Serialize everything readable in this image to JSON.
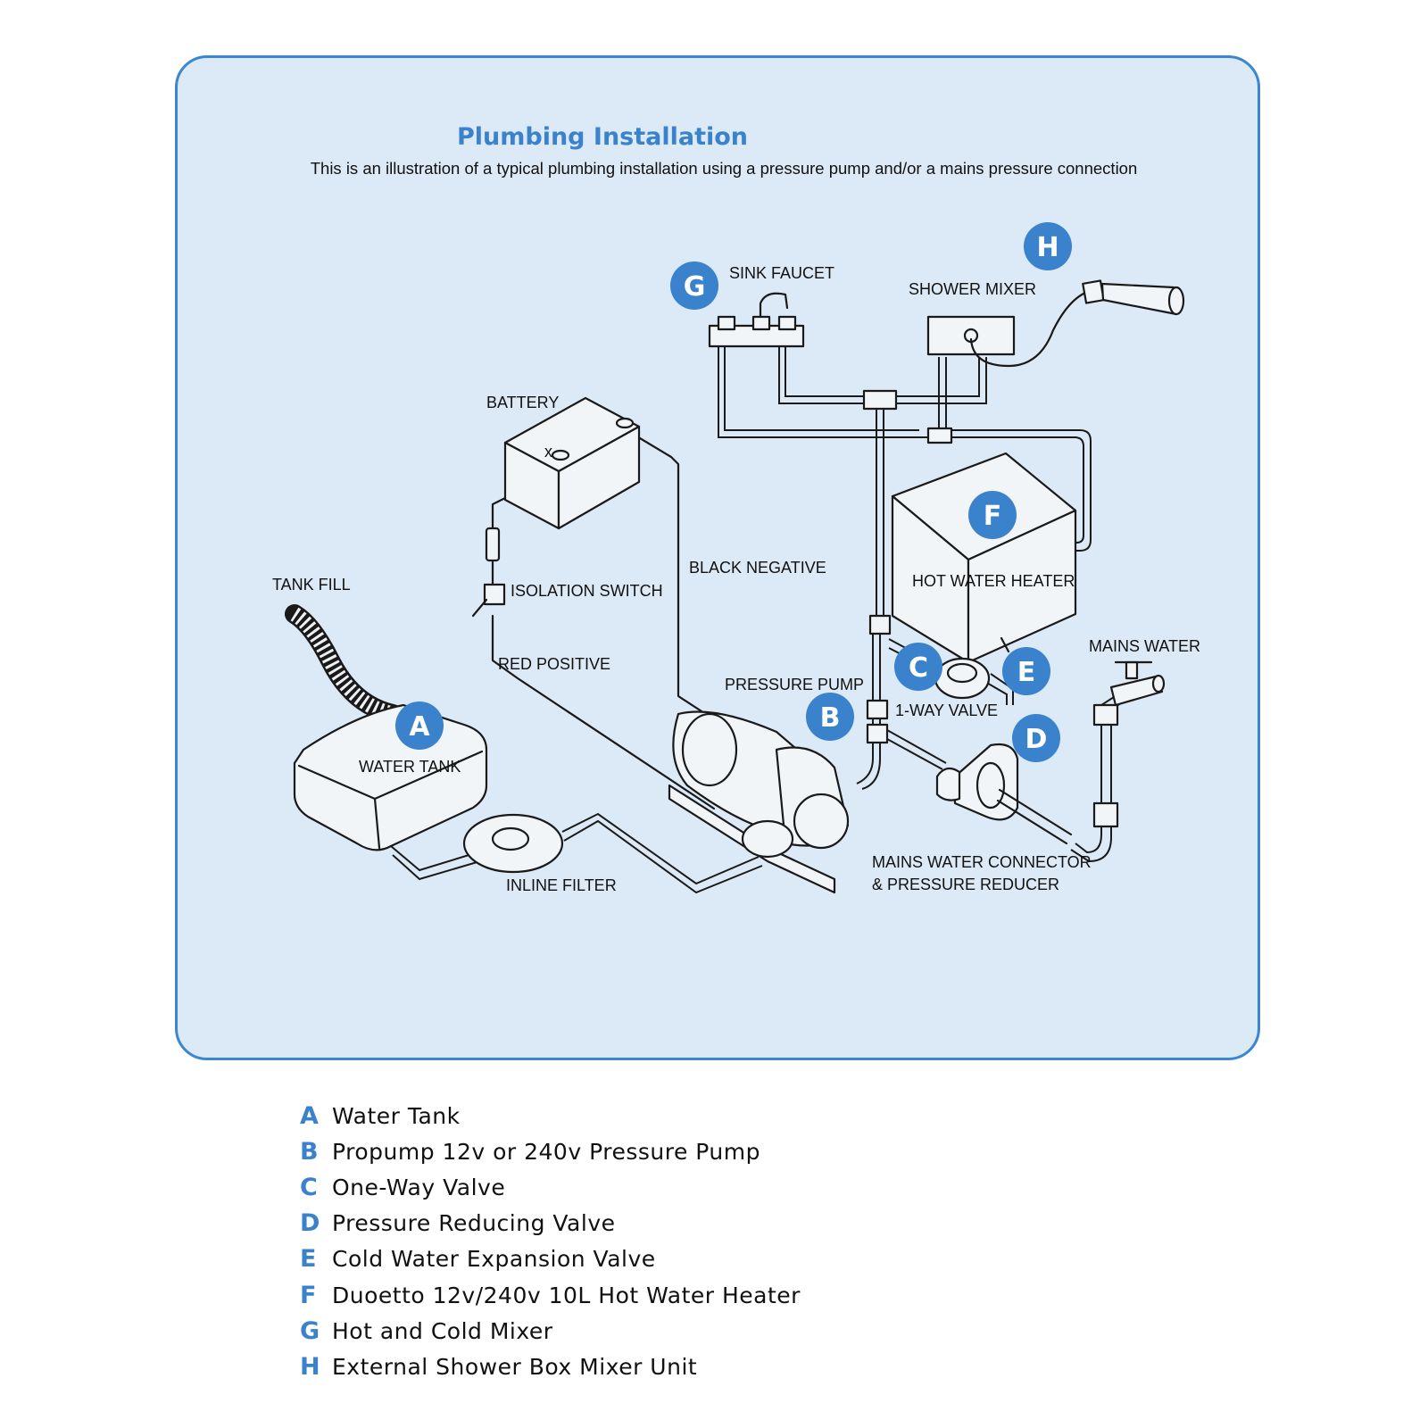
{
  "title": "Plumbing Installation",
  "subtitle": "This is an illustration of a typical plumbing installation using a pressure pump and/or a mains pressure connection",
  "colors": {
    "accent": "#3a82cc",
    "panel_bg": "#dce9f6",
    "panel_border": "#3a86d0",
    "badge": "#3a82cc"
  },
  "badges": {
    "a": "A",
    "b": "B",
    "c": "C",
    "d": "D",
    "e": "E",
    "f": "F",
    "g": "G",
    "h": "H"
  },
  "labels": {
    "sink_faucet": "SINK FAUCET",
    "shower_mixer": "SHOWER MIXER",
    "battery": "BATTERY",
    "black_negative": "BLACK NEGATIVE",
    "isolation_switch": "ISOLATION SWITCH",
    "tank_fill": "TANK FILL",
    "red_positive": "RED POSITIVE",
    "pressure_pump": "PRESSURE PUMP",
    "hot_water_heater": "HOT WATER HEATER",
    "mains_water": "MAINS WATER",
    "one_way_valve": "1-WAY VALVE",
    "water_tank": "WATER TANK",
    "inline_filter": "INLINE FILTER",
    "mains_connector_1": "MAINS WATER CONNECTOR",
    "mains_connector_2": "& PRESSURE REDUCER"
  },
  "legend": [
    {
      "letter": "A",
      "text": "Water Tank"
    },
    {
      "letter": "B",
      "text": "Propump 12v or 240v Pressure Pump"
    },
    {
      "letter": "C",
      "text": "One-Way Valve"
    },
    {
      "letter": "D",
      "text": "Pressure Reducing Valve"
    },
    {
      "letter": "E",
      "text": "Cold Water Expansion Valve"
    },
    {
      "letter": "F",
      "text": "Duoetto 12v/240v 10L Hot Water Heater"
    },
    {
      "letter": "G",
      "text": "Hot and Cold Mixer"
    },
    {
      "letter": "H",
      "text": "External Shower Box Mixer Unit"
    }
  ]
}
